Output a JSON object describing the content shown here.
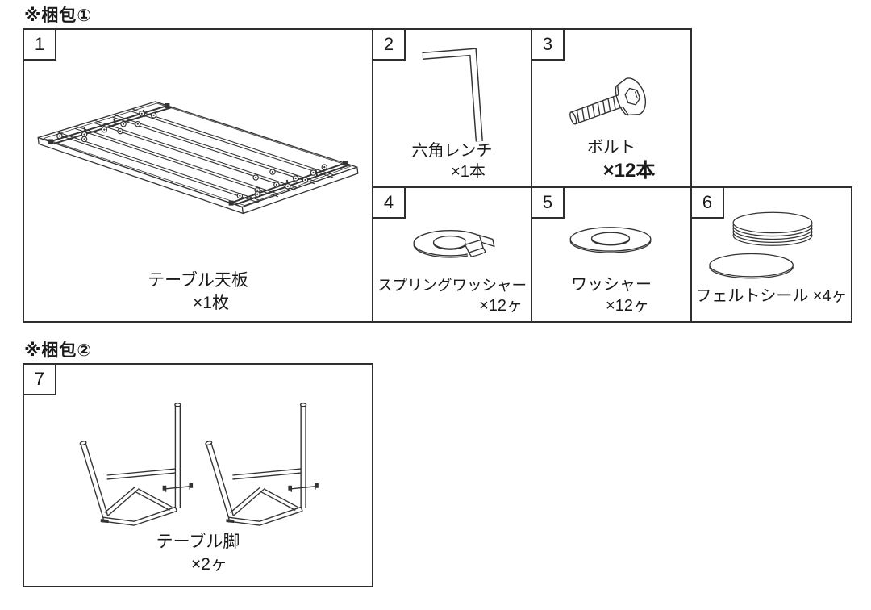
{
  "colors": {
    "background": "#ffffff",
    "border": "#2f2f2f",
    "line": "#333333",
    "text": "#1a1a1a"
  },
  "sections": [
    {
      "header": "※梱包①",
      "parts": [
        {
          "num": "1",
          "name": "テーブル天板",
          "qty": "×1枚",
          "icon": "tabletop-illustration"
        },
        {
          "num": "2",
          "name": "六角レンチ",
          "qty": "×1本",
          "icon": "hex-wrench-illustration"
        },
        {
          "num": "3",
          "name": "ボルト",
          "qty": "×12本",
          "icon": "bolt-illustration"
        },
        {
          "num": "4",
          "name": "スプリングワッシャー",
          "qty": "×12ヶ",
          "icon": "spring-washer-illustration"
        },
        {
          "num": "5",
          "name": "ワッシャー",
          "qty": "×12ヶ",
          "icon": "washer-illustration"
        },
        {
          "num": "6",
          "name": "フェルトシール",
          "qty": "×4ヶ",
          "icon": "felt-seal-illustration"
        }
      ]
    },
    {
      "header": "※梱包②",
      "parts": [
        {
          "num": "7",
          "name": "テーブル脚",
          "qty": "×2ヶ",
          "icon": "table-legs-illustration"
        }
      ]
    }
  ]
}
